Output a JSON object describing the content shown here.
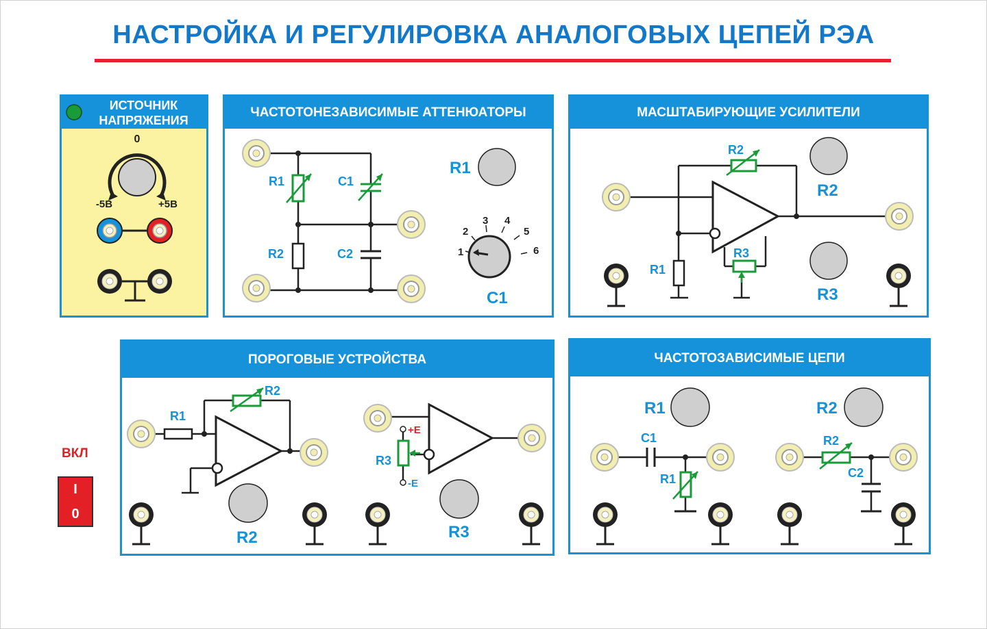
{
  "title": "НАСТРОЙКА  И РЕГУЛИРОВКА АНАЛОГОВЫХ ЦЕПЕЙ РЭА",
  "colors": {
    "blue": "#1592d9",
    "title_blue": "#1478c8",
    "red": "#e3202e",
    "green": "#1a9b3a",
    "source_bg": "#fbf3a2"
  },
  "source": {
    "header": "ИСТОЧНИК НАПРЯЖЕНИЯ",
    "zero": "0",
    "minus": "-5В",
    "plus": "+5В"
  },
  "attenuators": {
    "header": "ЧАСТОТОНЕЗАВИСИМЫЕ АТТЕНЮАТОРЫ",
    "r1": "R1",
    "c1": "C1",
    "r2": "R2",
    "c2": "C2",
    "knob_r1": "R1",
    "knob_c1": "C1",
    "positions": [
      "1",
      "2",
      "3",
      "4",
      "5",
      "6"
    ]
  },
  "amplifiers": {
    "header": "МАСШТАБИРУЮЩИЕ УСИЛИТЕЛИ",
    "r1": "R1",
    "r2": "R2",
    "r3": "R3",
    "knob_r2": "R2",
    "knob_r3": "R3"
  },
  "threshold": {
    "header": "ПОРОГОВЫЕ УСТРОЙСТВА",
    "r1": "R1",
    "r2": "R2",
    "r3": "R3",
    "plus_e": "+E",
    "minus_e": "-E",
    "knob_r2": "R2",
    "knob_r3": "R3"
  },
  "freqdep": {
    "header": "ЧАСТОТОЗАВИСИМЫЕ ЦЕПИ",
    "c1": "C1",
    "r1": "R1",
    "r2": "R2",
    "c2": "C2",
    "knob_r1": "R1",
    "knob_r2": "R2"
  },
  "switch": {
    "label": "ВКЛ",
    "on": "I",
    "off": "0"
  }
}
